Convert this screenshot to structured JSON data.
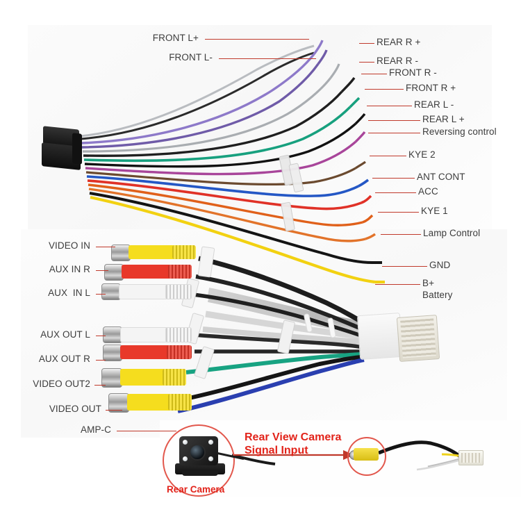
{
  "diagram": {
    "title": "Car stereo wiring harness connection diagram",
    "accent_color": "#c0392b",
    "camera_accent_color": "#e2231a"
  },
  "left_labels": [
    {
      "id": "video-in",
      "text": "VIDEO IN"
    },
    {
      "id": "aux-in-r",
      "text": "AUX IN R"
    },
    {
      "id": "aux-in-l",
      "text": "AUX  IN L"
    },
    {
      "id": "aux-out-l",
      "text": "AUX OUT L"
    },
    {
      "id": "aux-out-r",
      "text": "AUX OUT R"
    },
    {
      "id": "video-out2",
      "text": "VIDEO OUT2"
    },
    {
      "id": "video-out",
      "text": "VIDEO OUT"
    },
    {
      "id": "amp-c",
      "text": "AMP-C"
    }
  ],
  "top_labels": [
    {
      "id": "front-l-plus",
      "text": "FRONT L+"
    },
    {
      "id": "front-l-minus",
      "text": "FRONT L-"
    }
  ],
  "right_labels": [
    {
      "id": "rear-r-plus",
      "text": "REAR R +"
    },
    {
      "id": "rear-r-minus",
      "text": "REAR R -"
    },
    {
      "id": "front-r-minus",
      "text": "FRONT R -"
    },
    {
      "id": "front-r-plus",
      "text": "FRONT R +"
    },
    {
      "id": "rear-l-minus",
      "text": "REAR L -"
    },
    {
      "id": "rear-l-plus",
      "text": "REAR L +"
    },
    {
      "id": "reversing-control",
      "text": "Reversing control"
    },
    {
      "id": "kye-2",
      "text": "KYE 2"
    },
    {
      "id": "ant-cont",
      "text": "ANT CONT"
    },
    {
      "id": "acc",
      "text": "ACC"
    },
    {
      "id": "kye-1",
      "text": "KYE 1"
    },
    {
      "id": "lamp-control",
      "text": "Lamp Control"
    },
    {
      "id": "gnd",
      "text": "GND"
    },
    {
      "id": "b-plus-battery",
      "text": "B+\nBattery"
    }
  ],
  "camera_section": {
    "signal_title": "Rear View Camera\nSignal Input",
    "camera_caption": "Rear Camera"
  },
  "wire_colors": {
    "front_l_plus": "#9aa0a6",
    "front_l_minus": "#2b2b2b",
    "rear_r_plus": "#8d79c9",
    "rear_r_minus": "#6f5ba8",
    "front_r_minus": "#9aa0a6",
    "front_r_plus": "#1f1f1f",
    "rear_l_minus": "#17a07e",
    "rear_l_plus": "#111111",
    "reversing_control": "#a8459a",
    "kye_2": "#6b4a2f",
    "ant_cont": "#2457c5",
    "acc": "#e03127",
    "kye_1": "#e0601a",
    "lamp_control": "#e2732a",
    "gnd": "#141414",
    "b_plus": "#f2d111",
    "rca_yellow": "#f5dd1e",
    "rca_red": "#e8382a",
    "rca_white": "#f4f4f4"
  }
}
